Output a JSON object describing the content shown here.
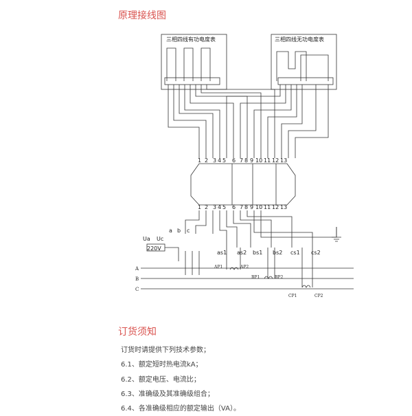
{
  "section1": {
    "title": "原理接线图"
  },
  "diagram": {
    "meter_active": "三相四线有功电度表",
    "meter_reactive": "三相四线无功电度表",
    "terminal_numbers": [
      "1",
      "2",
      "3",
      "4",
      "5",
      "6",
      "7",
      "8",
      "9",
      "10",
      "11",
      "12",
      "13"
    ],
    "phase_labels": [
      "a",
      "b",
      "c"
    ],
    "ua": "Ua",
    "uc": "Uc",
    "voltage": "220V",
    "ct_secondary_labels": [
      "as1",
      "as2",
      "bs1",
      "bs2",
      "cs1",
      "cs2"
    ],
    "primary_labels": [
      "AP1",
      "AP2",
      "BP1",
      "BP2",
      "CP1",
      "CP2"
    ],
    "bus_labels": [
      "A",
      "B",
      "C"
    ]
  },
  "section2": {
    "title": "订货须知",
    "intro": "订货时请提供下列技术参数；",
    "items": [
      "6.1、额定短时热电流kA；",
      "6.2、额定电压、电流比；",
      "6.3、准确级及其准确级组合；",
      "6.4、各准确级相应的额定输出（VA）。"
    ]
  }
}
